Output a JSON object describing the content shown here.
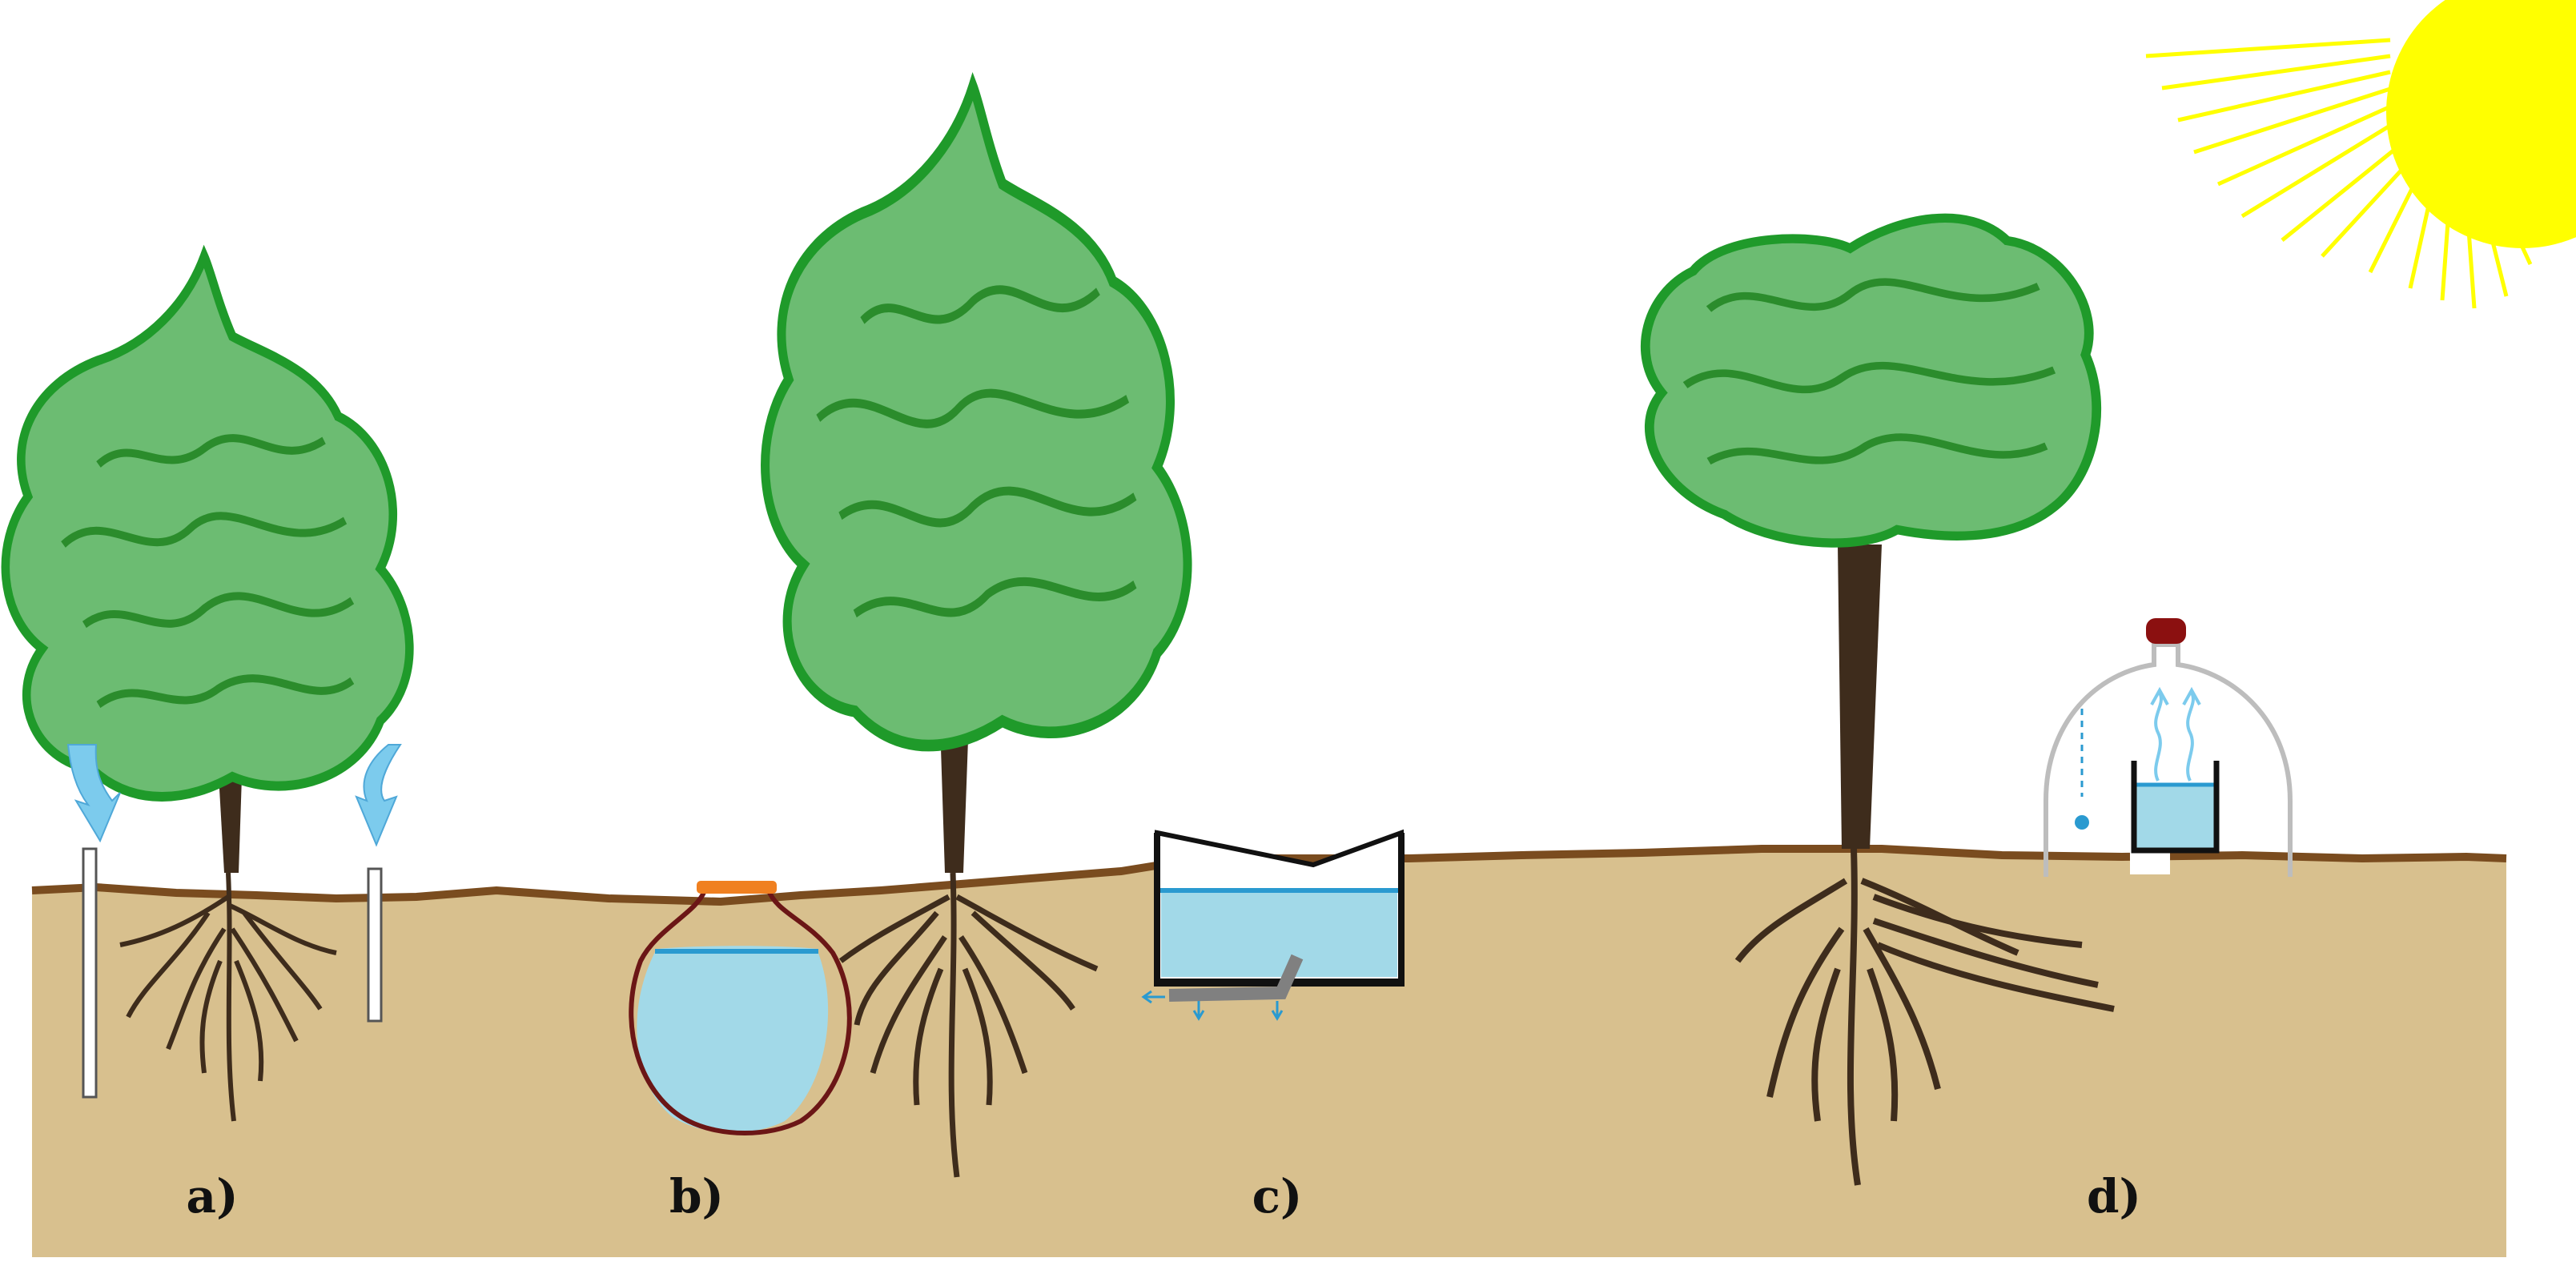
{
  "labels": {
    "a": "a)",
    "b": "b)",
    "c": "c)",
    "d": "d)"
  },
  "colors": {
    "soil": "#d8c08e",
    "soil_line": "#7a4c1f",
    "water": "#a2d9e8",
    "water_line": "#2a9ad0",
    "foliage_fill": "#6cbc72",
    "foliage_outline": "#1f9a2a",
    "foliage_dark": "#2b8c2c",
    "trunk": "#3e2c1c",
    "sun": "#ffff00",
    "arrow": "#7ccbed",
    "pot_outline": "#6b1616",
    "pot_rim": "#f08020",
    "dome": "#bdbdbd",
    "dome_cap": "#8b1010",
    "label_text": "#111111"
  },
  "icons": {
    "sun": "sun-icon",
    "down_arrow": "curved-down-arrow-icon",
    "clay_pot": "clay-pot-icon",
    "water_box": "water-box-icon",
    "dome": "condensation-dome-icon"
  }
}
